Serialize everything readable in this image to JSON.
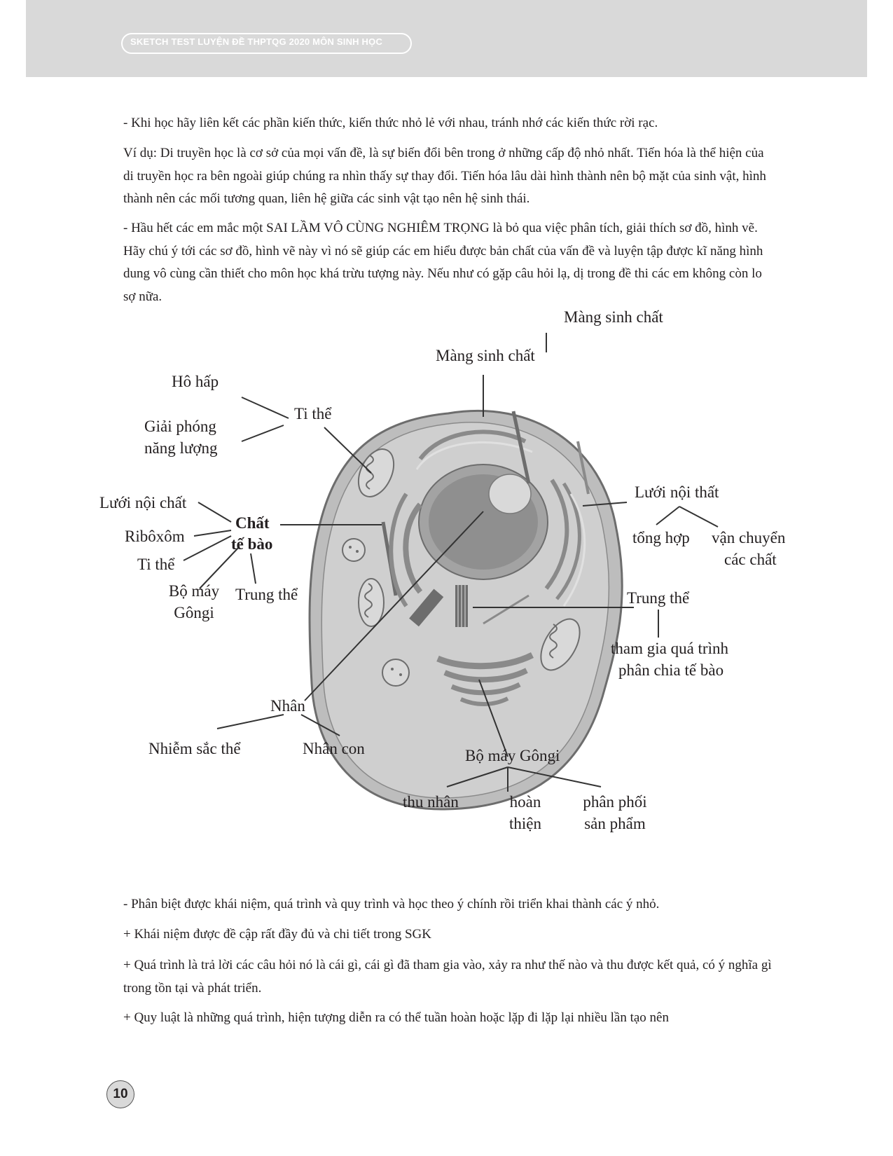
{
  "header": {
    "title": "SKETCH TEST LUYỆN ĐỀ THPTQG 2020 MÔN SINH HỌC"
  },
  "paragraphs_top": [
    "- Khi học hãy liên kết các phần kiến thức, kiến thức nhỏ lẻ với nhau, tránh nhớ các kiến thức rời rạc.",
    "Ví dụ: Di truyền học là cơ sở của mọi vấn đề, là sự biến đổi bên trong ở những cấp độ nhỏ nhất. Tiến hóa là thể hiện của di truyền học ra bên ngoài giúp chúng ra nhìn thấy sự thay đổi. Tiến hóa lâu dài hình thành nên bộ mặt của sinh vật, hình thành nên các mối tương quan, liên hệ giữa các sinh vật tạo nên hệ sinh thái.",
    "- Hầu hết các em mắc một SAI LẦM VÔ CÙNG NGHIÊM TRỌNG là bỏ qua việc phân tích, giải thích sơ đồ, hình vẽ. Hãy chú ý tới các sơ đồ, hình vẽ này vì nó sẽ giúp các em hiểu được bản chất của vấn đề và luyện tập được kĩ năng hình dung vô cùng cần thiết cho môn học khá trừu tượng này. Nếu như có gặp câu hỏi lạ, dị trong đề thi các em không còn lo sợ nữa."
  ],
  "diagram": {
    "labels": {
      "mang_sinh_chat_top": "Màng sinh chất",
      "mang_sinh_chat": "Màng sinh chất",
      "ho_hap": "Hô hấp",
      "ti_the": "Ti thể",
      "giai_phong": "Giải phóng",
      "nang_luong": "năng lượng",
      "luoi_noi_chat_left": "Lưới nội chất",
      "chat": "Chất",
      "te_bao": "tế bào",
      "riboxom": "Ribôxôm",
      "ti_the_left": "Ti thể",
      "bo_may": "Bộ máy",
      "gonggi": "Gôngi",
      "trung_the_left": "Trung thể",
      "luoi_noi_that": "Lưới nội thất",
      "tong_hop": "tổng hợp",
      "van_chuyen": "vận chuyển",
      "cac_chat": "các chất",
      "trung_the_right": "Trung thể",
      "tham_gia": "tham gia quá trình",
      "phan_chia": "phân chia tế bào",
      "nhan": "Nhân",
      "nhiem_sac_the": "Nhiễm sắc thể",
      "nhan_con": "Nhân con",
      "bo_may_gongi": "Bộ máy Gôngi",
      "thu_nhan": "thu nhân",
      "hoan": "hoàn",
      "thien": "thiện",
      "phan_phoi": "phân phối",
      "san_pham": "sản phẩm"
    }
  },
  "paragraphs_bottom": [
    "- Phân biệt được khái niệm, quá trình và quy trình và học theo ý chính rồi triển khai thành các ý nhỏ.",
    "+ Khái niệm được đề cập rất đầy đủ và chi tiết trong SGK",
    "+ Quá trình là trả lời các câu hỏi nó là cái gì, cái gì đã tham gia vào, xảy ra như thế nào và thu được kết quả, có ý nghĩa gì trong tồn tại và phát triển.",
    "+ Quy luật là những quá trình, hiện tượng diễn ra có thể tuần hoàn hoặc lặp đi lặp lại nhiều lần tạo nên"
  ],
  "page_number": "10"
}
